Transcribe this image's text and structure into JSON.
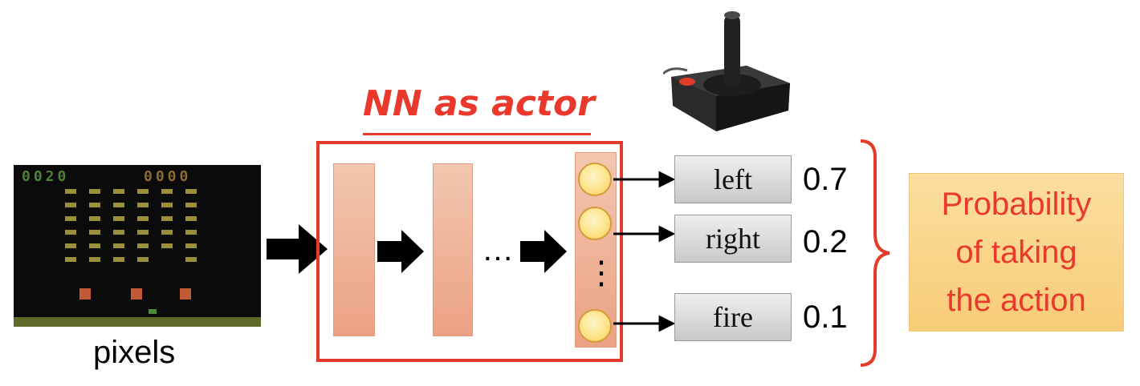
{
  "diagram": {
    "title": "NN as actor",
    "input_label": "pixels",
    "ellipsis": "…",
    "vertical_ellipsis": "⋮",
    "actions": [
      {
        "label": "left",
        "probability": "0.7"
      },
      {
        "label": "right",
        "probability": "0.2"
      },
      {
        "label": "fire",
        "probability": "0.1"
      }
    ],
    "summary_lines": [
      "Probability",
      "of taking",
      "the action"
    ],
    "game_score": {
      "player1": "0020",
      "player2": "0000"
    },
    "icons": {
      "game": "space-invaders-screen",
      "controller": "joystick-icon",
      "bracket": "right-curly-brace"
    },
    "colors": {
      "accent": "#e8392c",
      "layer": "#eba183",
      "neuron": "#fde185",
      "summary_bg": "#f7cc77"
    }
  }
}
